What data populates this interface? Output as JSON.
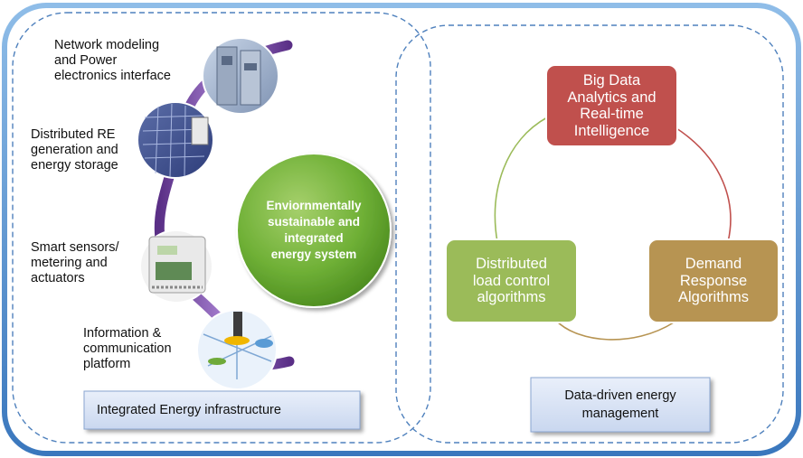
{
  "left_panel": {
    "items": [
      {
        "label": "Network modeling and Power electronics interface",
        "lines": [
          "Network modeling",
          "and Power",
          "electronics interface"
        ]
      },
      {
        "label": "Distributed RE generation and energy storage",
        "lines": [
          "Distributed RE",
          "generation and",
          "energy storage"
        ]
      },
      {
        "label": "Smart sensors/ metering and actuators",
        "lines": [
          "Smart sensors/",
          "metering and",
          "actuators"
        ]
      },
      {
        "label": "Information & communication platform",
        "lines": [
          "Information &",
          "communication",
          "platform"
        ]
      }
    ],
    "center_lines": [
      "Enviornmentally",
      "sustainable and",
      "integrated",
      "energy system"
    ],
    "caption": "Integrated Energy infrastructure"
  },
  "right_panel": {
    "nodes": [
      {
        "id": "big-data",
        "lines": [
          "Big Data",
          "Analytics and",
          "Real-time",
          "Intelligence"
        ],
        "color": "#c0504d"
      },
      {
        "id": "demand-response",
        "lines": [
          "Demand",
          "Response",
          "Algorithms"
        ],
        "color": "#b79452"
      },
      {
        "id": "distributed-load",
        "lines": [
          "Distributed",
          "load control",
          "algorithms"
        ],
        "color": "#9bbb59"
      }
    ],
    "caption_lines": [
      "Data-driven energy",
      "management"
    ]
  },
  "colors": {
    "outer_border": "#5b9bd5",
    "dashed_border": "#4f81bd",
    "curve": "#7b4fa0",
    "green_circle": "#7ab648",
    "caption_bg": "#dbe5f4"
  }
}
